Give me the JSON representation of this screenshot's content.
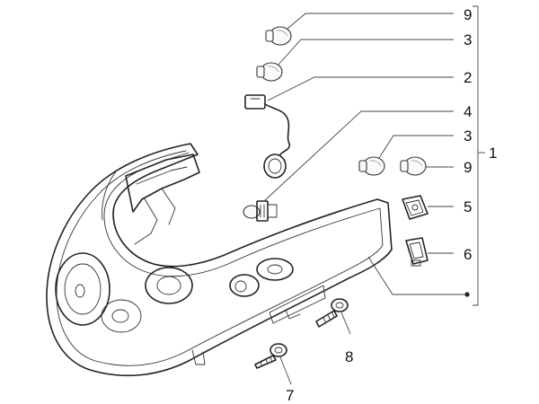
{
  "diagram": {
    "callouts": {
      "c1": "1",
      "c2": "2",
      "c3a": "3",
      "c3b": "3",
      "c4": "4",
      "c5": "5",
      "c6": "6",
      "c7": "7",
      "c8": "8",
      "c9a": "9",
      "c9b": "9"
    }
  }
}
